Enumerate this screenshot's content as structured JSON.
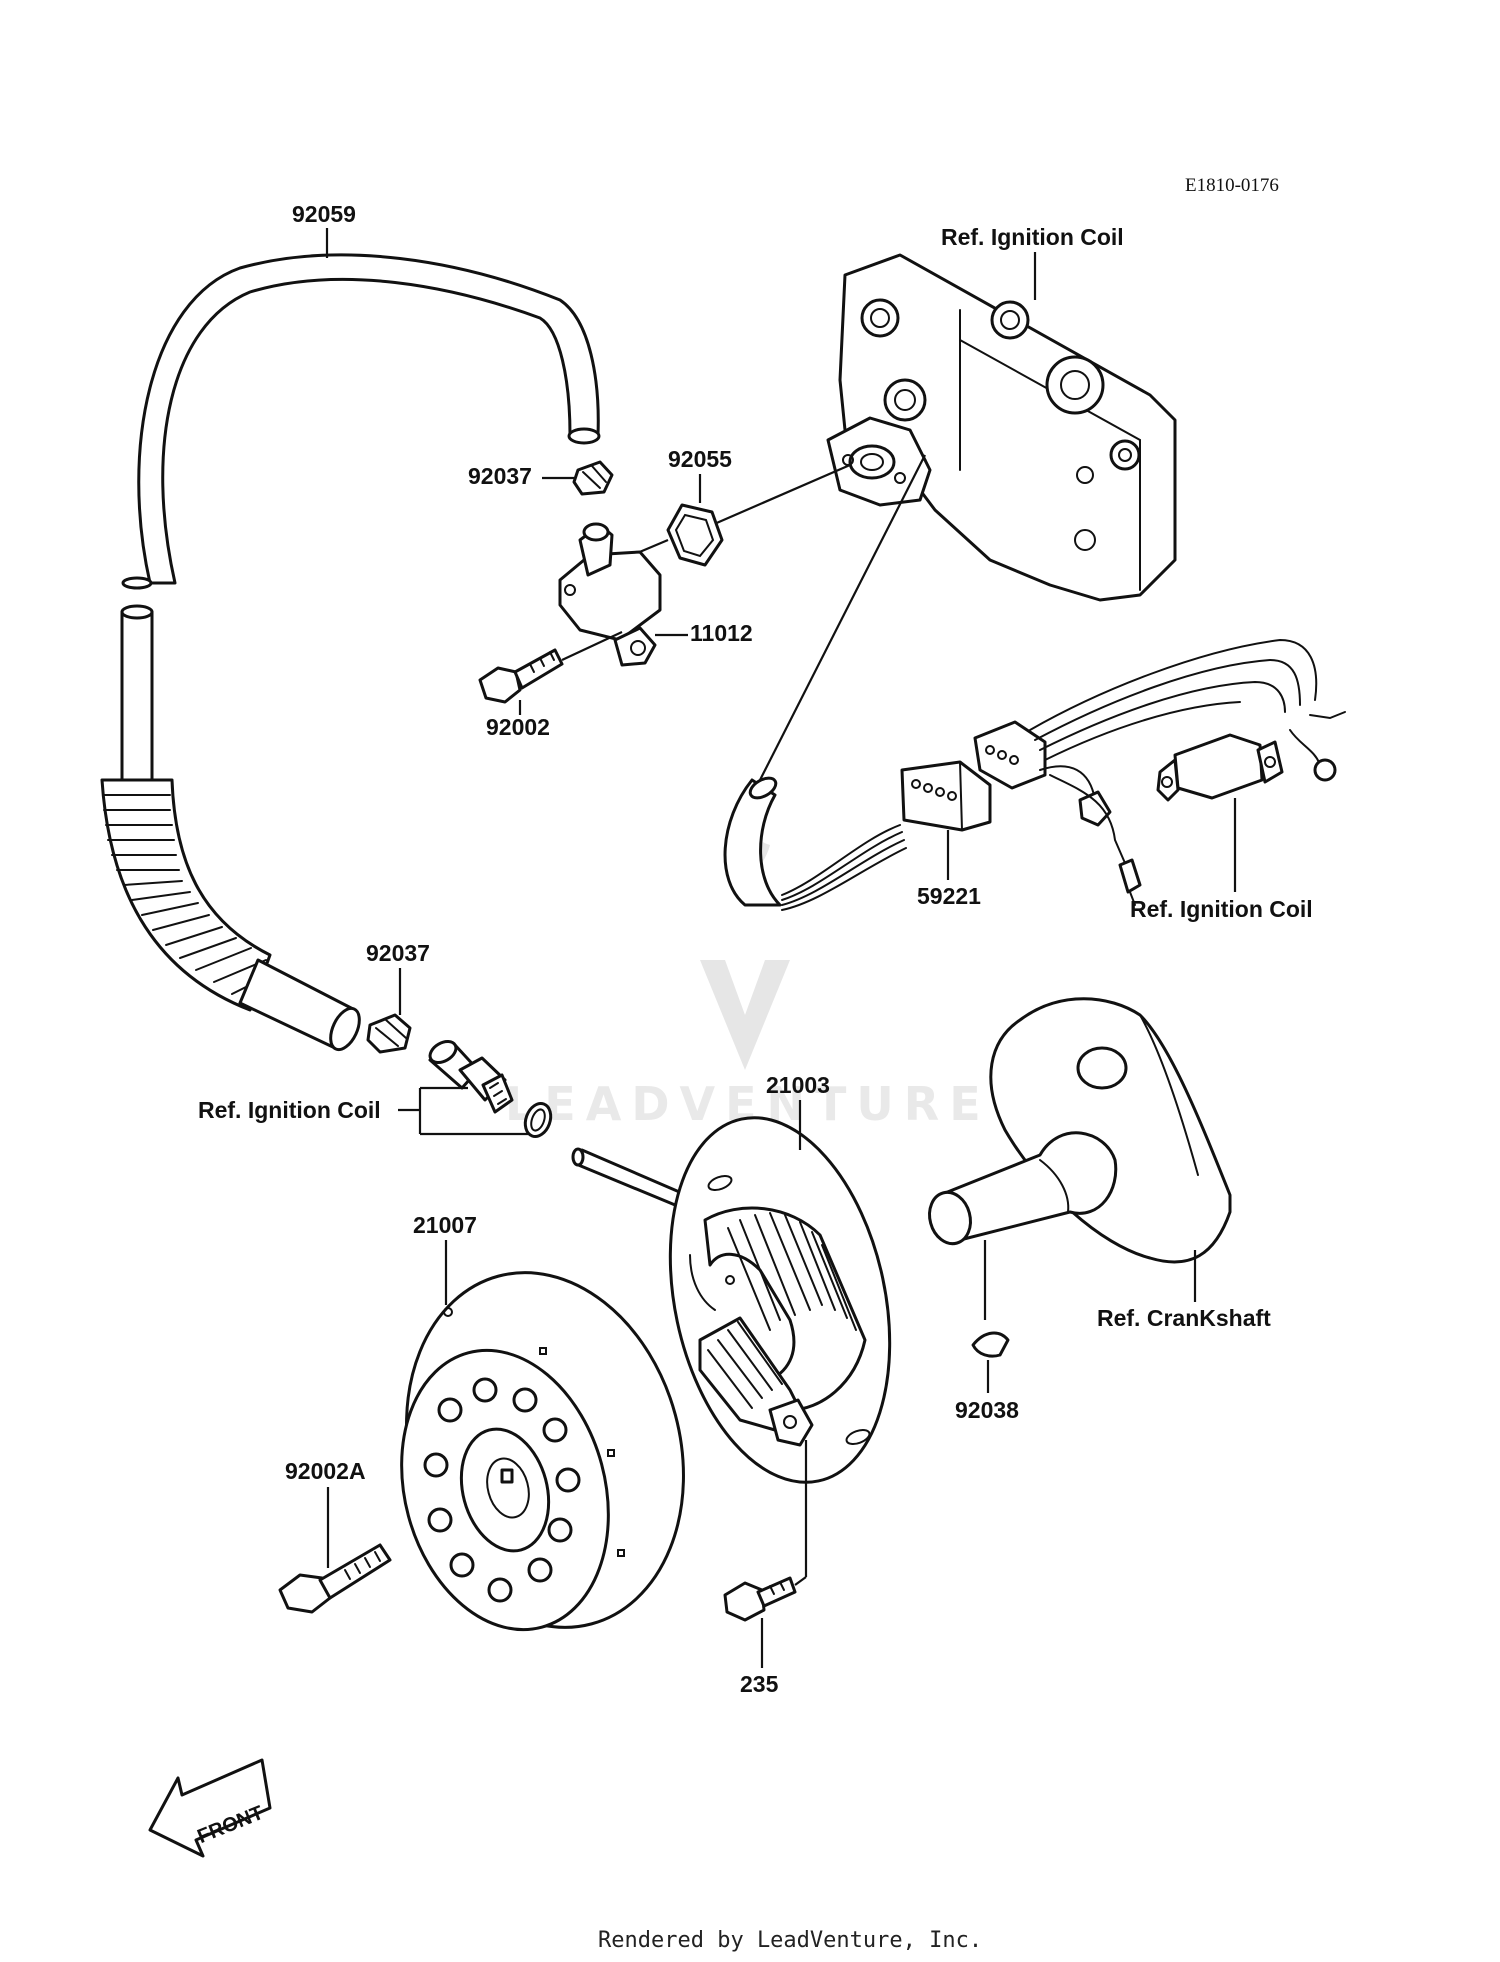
{
  "drawing_code": "E1810-0176",
  "watermark_text": "LEADVENTURE",
  "footer": "Rendered by LeadVenture, Inc.",
  "front_label": "FRONT",
  "labels": {
    "hose": "92059",
    "ref_ignition_coil_top": "Ref. Ignition Coil",
    "clamp_top": "92037",
    "oring_top": "92055",
    "fitting": "11012",
    "bolt_top": "92002",
    "connector": "59221",
    "ref_ignition_coil_right": "Ref. Ignition Coil",
    "clamp_mid": "92037",
    "ref_ignition_coil_left": "Ref. Ignition Coil",
    "stator": "21003",
    "flywheel": "21007",
    "ref_crankshaft": "Ref. CranKshaft",
    "key": "92038",
    "bolt_flywheel": "92002A",
    "screw": "235"
  }
}
